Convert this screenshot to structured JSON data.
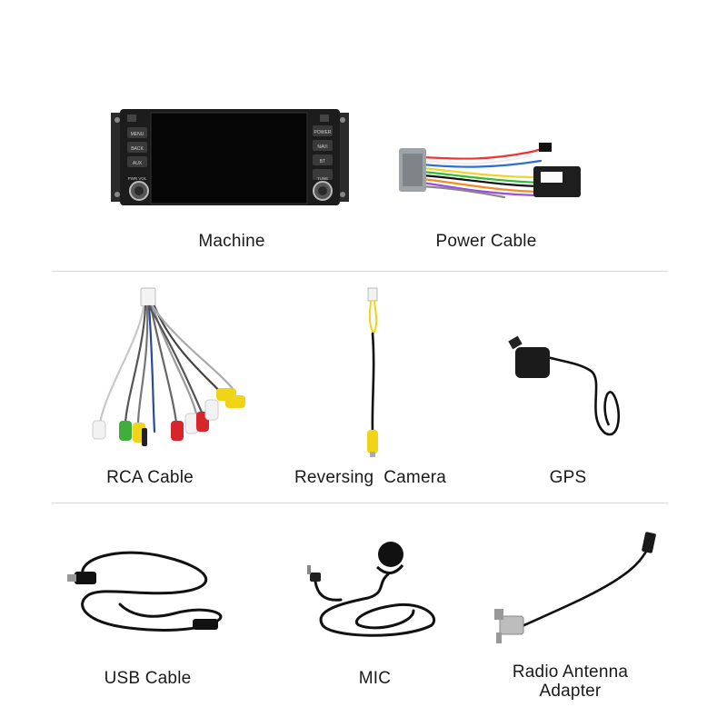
{
  "items": [
    {
      "id": "machine",
      "label": "Machine",
      "icon": "head-unit-icon"
    },
    {
      "id": "power_cable",
      "label": "Power Cable",
      "icon": "power-harness-icon"
    },
    {
      "id": "rca_cable",
      "label": "RCA Cable",
      "icon": "rca-harness-icon"
    },
    {
      "id": "reversing_camera",
      "label": "Reversing  Camera",
      "icon": "camera-cable-icon"
    },
    {
      "id": "gps",
      "label": "GPS",
      "icon": "gps-antenna-icon"
    },
    {
      "id": "usb_cable",
      "label": "USB Cable",
      "icon": "usb-cable-icon"
    },
    {
      "id": "mic",
      "label": "MIC",
      "icon": "microphone-icon"
    },
    {
      "id": "radio_antenna_adapter",
      "label": "Radio Antenna\nAdapter",
      "icon": "antenna-adapter-icon"
    }
  ],
  "machine_buttons": {
    "left": [
      "MENU",
      "BACK",
      "AUX"
    ],
    "right": [
      "POWER",
      "NAVI",
      "BT"
    ],
    "left_knob_label": "PWR VOL",
    "right_knob_label": "TUNE"
  },
  "colors": {
    "divider": "#d8d8d8",
    "text": "#1a1a1a",
    "rca_yellow": "#f0d418",
    "rca_red": "#d6262b",
    "rca_white": "#f2f2f2",
    "rca_green": "#3fae3a"
  }
}
